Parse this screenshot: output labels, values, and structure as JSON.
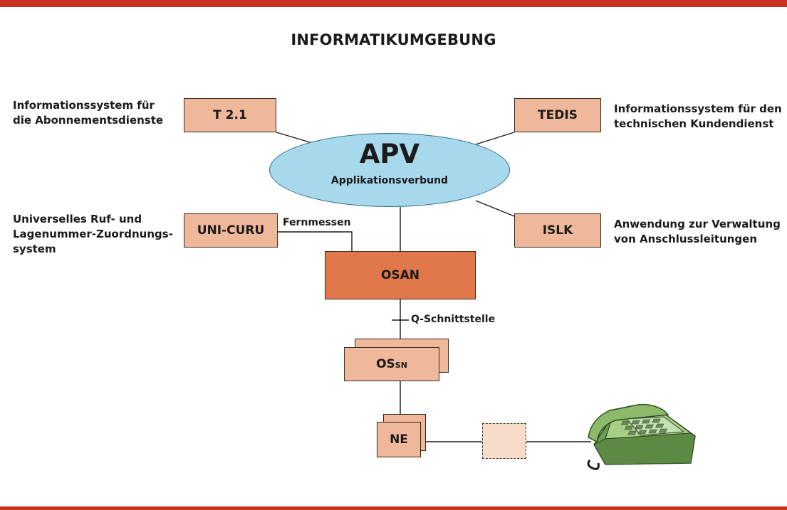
{
  "colors": {
    "frame_red": "#c8321e",
    "box_fill": "#f0b89a",
    "osan_fill": "#e0784a",
    "ellipse_fill": "#a8d8ec",
    "dashed_fill": "#f8dccb",
    "phone_green": "#8ab868"
  },
  "title": "INFORMATIKUMGEBUNG",
  "apv": {
    "title": "APV",
    "subtitle": "Applikationsverbund"
  },
  "systems": {
    "t21": {
      "label": "T 2.1",
      "description_line1": "Informationssystem für",
      "description_line2": "die Abonnementsdienste"
    },
    "tedis": {
      "label": "TEDIS",
      "description_line1": "Informationssystem für den",
      "description_line2": "technischen Kundendienst"
    },
    "unicuru": {
      "label": "UNI-CURU",
      "description_line1": "Universelles Ruf- und",
      "description_line2": "Lagenummer-Zuordnungs-",
      "description_line3": "system"
    },
    "islk": {
      "label": "ISLK",
      "description_line1": "Anwendung zur Verwaltung",
      "description_line2": "von Anschlussleitungen"
    }
  },
  "osan": {
    "label": "OSAN"
  },
  "ossn": {
    "label_main": "OS",
    "label_sub": "SN"
  },
  "ne": {
    "label": "NE"
  },
  "connections": {
    "fernmessen": "Fernmessen",
    "q_interface": "Q-Schnittstelle"
  },
  "icons": {
    "telephone": "telephone-icon"
  }
}
